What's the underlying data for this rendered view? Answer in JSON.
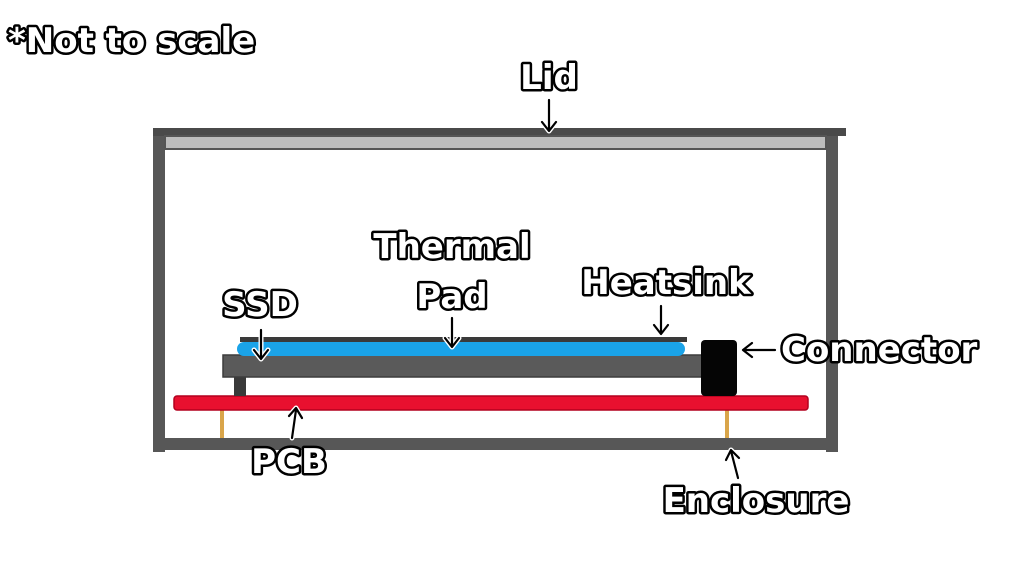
{
  "note": "*Not to scale",
  "labels": {
    "lid": "Lid",
    "thermal_line1": "Thermal",
    "thermal_line2": "Pad",
    "heatsink": "Heatsink",
    "ssd": "SSD",
    "connector": "Connector",
    "pcb": "PCB",
    "enclosure": "Enclosure"
  },
  "colors": {
    "enclosure": "#575757",
    "lid": "#bdbdbd",
    "thermal_pad": "#1aa3e8",
    "ssd": "#5a5a5a",
    "heatsink": "#3a3a3a",
    "pcb": "#e8102f",
    "connector": "#050505",
    "standoff": "#d9a54a"
  }
}
